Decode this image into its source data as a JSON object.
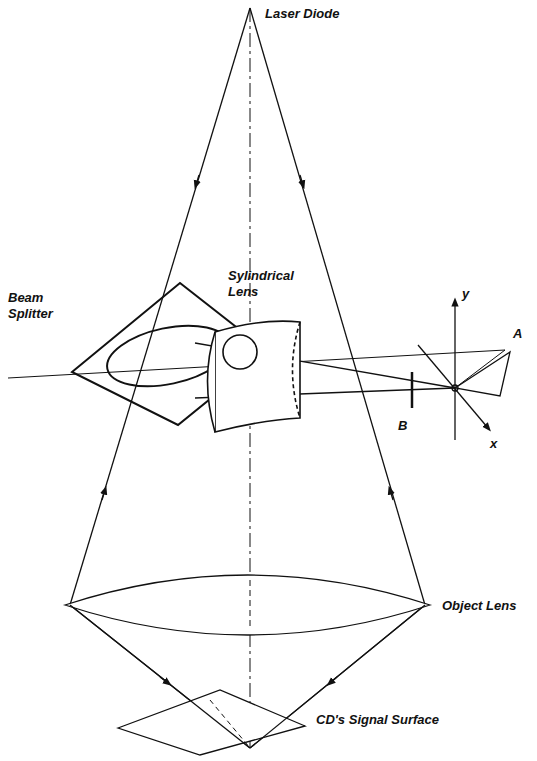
{
  "diagram": {
    "labels": [
      "Laser Diode",
      "Sylindrical Lens",
      "y",
      "Beam Splitter",
      "A",
      "B",
      "x",
      "Object Lens",
      "CD's Signal Surface"
    ]
  }
}
